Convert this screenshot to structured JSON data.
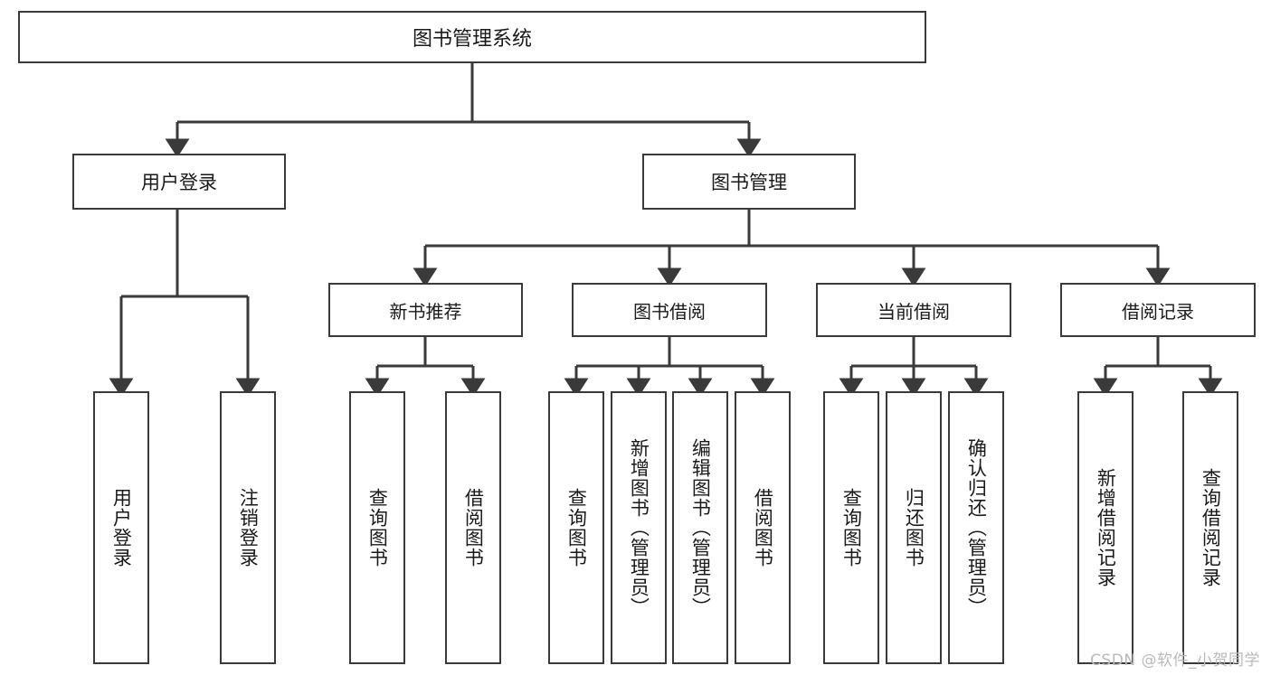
{
  "diagram": {
    "title": "图书管理系统",
    "type": "tree-hierarchy",
    "root": {
      "label": "图书管理系统"
    },
    "level2": [
      {
        "label": "用户登录"
      },
      {
        "label": "图书管理"
      }
    ],
    "level3": [
      {
        "label": "新书推荐",
        "parent": "图书管理"
      },
      {
        "label": "图书借阅",
        "parent": "图书管理"
      },
      {
        "label": "当前借阅",
        "parent": "图书管理"
      },
      {
        "label": "借阅记录",
        "parent": "图书管理"
      }
    ],
    "leaves": {
      "user_login": [
        {
          "label": "用户登录"
        },
        {
          "label": "注销登录"
        }
      ],
      "new_book_recommend": [
        {
          "label": "查询图书"
        },
        {
          "label": "借阅图书"
        }
      ],
      "book_borrow": [
        {
          "label": "查询图书"
        },
        {
          "label": "新增图书（管理员）"
        },
        {
          "label": "编辑图书（管理员）"
        },
        {
          "label": "借阅图书"
        }
      ],
      "current_borrow": [
        {
          "label": "查询图书"
        },
        {
          "label": "归还图书"
        },
        {
          "label": "确认归还（管理员）"
        }
      ],
      "borrow_record": [
        {
          "label": "新增借阅记录"
        },
        {
          "label": "查询借阅记录"
        }
      ]
    }
  },
  "watermark": {
    "text": "CSDN @软件_小贺同学"
  },
  "colors": {
    "stroke": "#3a3a3a",
    "fill": "#ffffff",
    "text": "#1a1a1a",
    "watermark": "#b9b9b9"
  }
}
